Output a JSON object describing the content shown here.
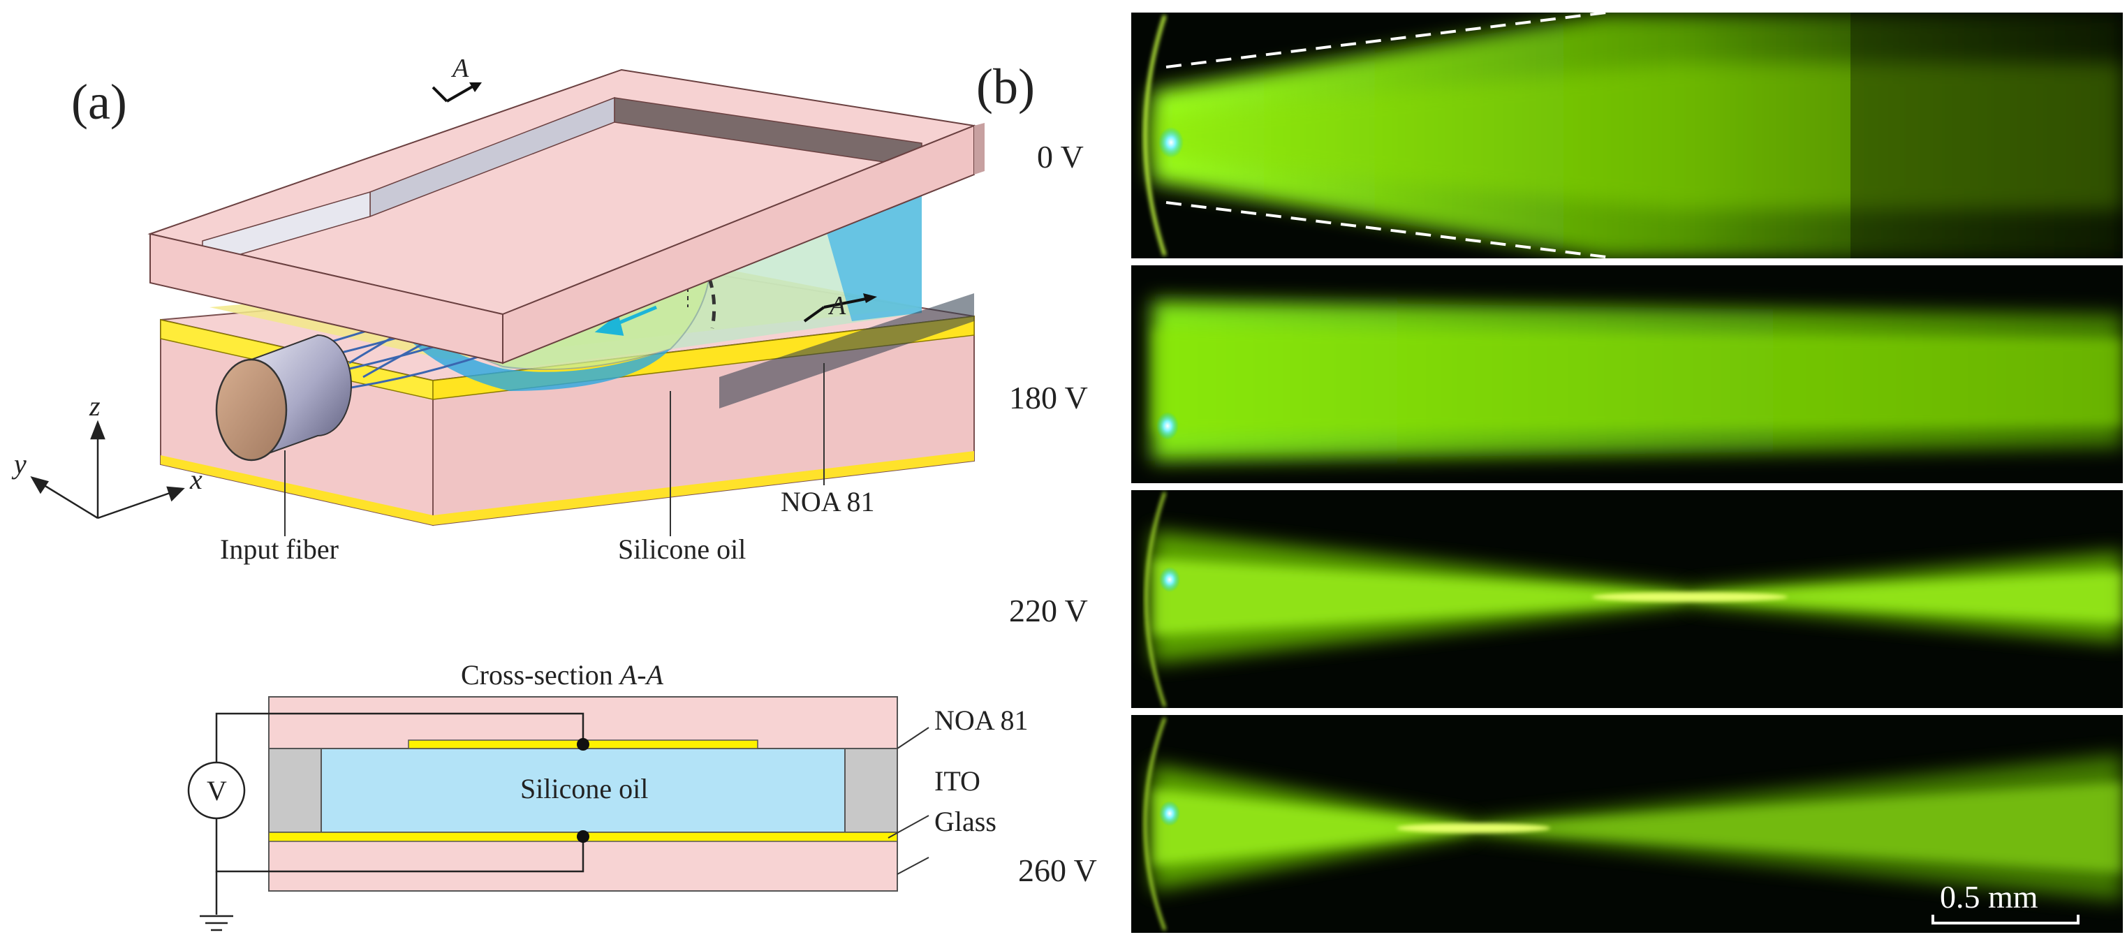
{
  "panel_a": {
    "label": "(a)",
    "section_marker": "A",
    "axes": {
      "x": "x",
      "y": "y",
      "z": "z"
    },
    "labels": {
      "input_fiber": "Input fiber",
      "silicone_oil": "Silicone oil",
      "noa81": "NOA 81"
    },
    "cross_section": {
      "title_prefix": "Cross-section ",
      "title_italic": "A-A",
      "oil": "Silicone oil",
      "noa81": "NOA 81",
      "ito": "ITO",
      "glass": "Glass",
      "meter": "V"
    },
    "colors": {
      "noa81": "#f3c9c9",
      "noa81_dark": "#b78c8c",
      "ito": "#fff200",
      "oil": "#aee2f5",
      "oil_dark": "#2aa8e0",
      "spacer": "#c8c8c8",
      "ray": "#3a66b0",
      "arrow": "#1db5d8"
    }
  },
  "panel_b": {
    "label": "(b)",
    "voltages": [
      "0 V",
      "180 V",
      "220 V",
      "260 V"
    ],
    "scale_bar": "0.5 mm",
    "beam_color": "#7fd400"
  }
}
